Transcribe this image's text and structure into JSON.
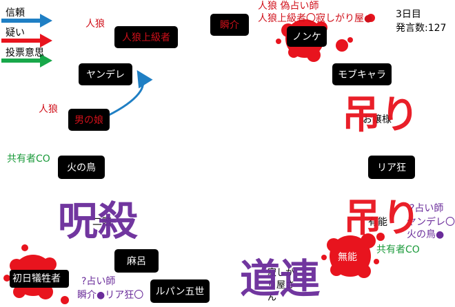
{
  "legend": {
    "trust": "信頼",
    "doubt": "疑い",
    "vote": "投票意思",
    "colors": {
      "trust": "#1f7fc4",
      "doubt": "#e8141e",
      "vote": "#18a84a"
    }
  },
  "info": {
    "day": "3日目",
    "count_label": "発言数:127"
  },
  "nodes": {
    "shunsuke": "瞬介",
    "nonke": "ノンケ",
    "jinro_joukyuu": "人狼上級者",
    "yandere": "ヤンデレ",
    "mobu": "モブキャラ",
    "otoko_no_musume": "男の娘",
    "ojousama": "お嬢様",
    "hinotori": "火の鳥",
    "riakyou": "リア狂",
    "nikai": "二階",
    "yuunou": "有能",
    "muno": "無能",
    "maro": "麻呂",
    "shonichi": "初日犠牲者",
    "lupin": "ルパン五世",
    "sabishigari": "寂しがり屋さん"
  },
  "notes": {
    "jinro1": "人狼",
    "jinro2": "人狼",
    "kyouyuu1": "共有者CO",
    "kyouyuu2": "共有者CO",
    "nonke_1": "人狼 偽占い師",
    "nonke_2": "人狼上級者〇寂しがり屋●",
    "yuunou_1": "?占い師",
    "yuunou_2": "ヤンデレ〇",
    "yuunou_3": "火の鳥●",
    "shonichi_1": "?占い師",
    "shonichi_2": "瞬介●リア狂〇"
  },
  "stamps": {
    "tsuri1": "吊り",
    "tsuri2": "吊り",
    "jusatsu": "呪殺",
    "michizure": "道連"
  }
}
